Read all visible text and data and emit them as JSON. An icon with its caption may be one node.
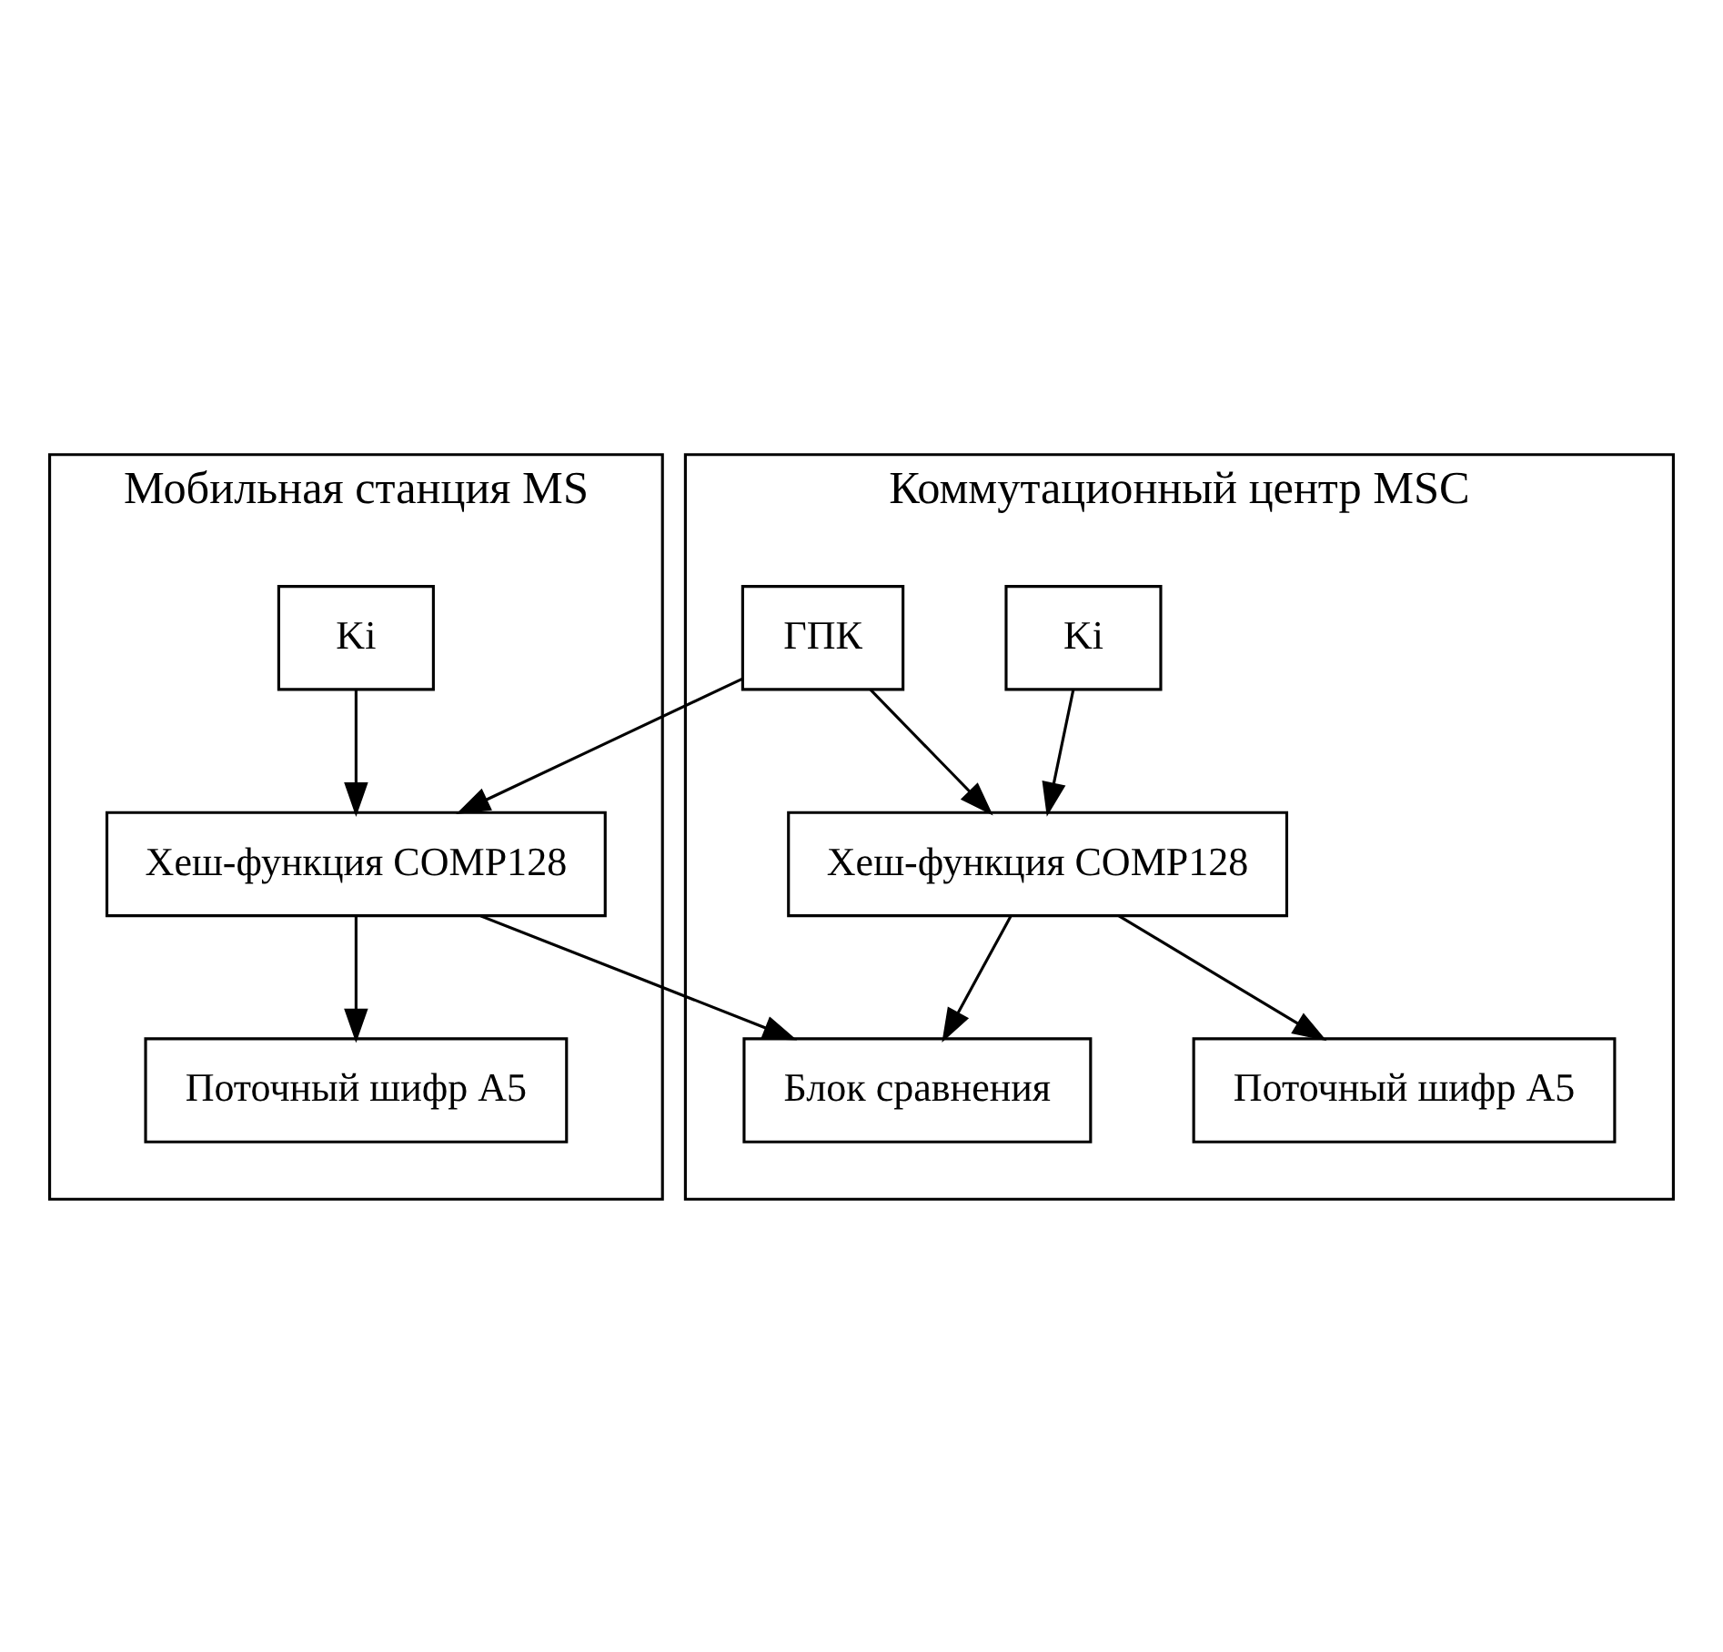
{
  "diagram": {
    "nodes": [
      {
        "text": [
          "Мобильная станция MS"
        ]
      },
      {
        "text": [
          "Ki"
        ],
        "in": 0
      },
      {
        "text": [
          "Хеш-функция COMP128"
        ],
        "in": 0
      },
      {
        "text": [
          "Поточный шифр A5"
        ],
        "in": 0
      },
      {
        "text": [
          "Коммутационный центр MSC"
        ]
      },
      {
        "text": [
          "ГПК"
        ],
        "in": 4
      },
      {
        "text": [
          "Ki"
        ],
        "in": 4
      },
      {
        "text": [
          "Хеш-функция COMP128"
        ],
        "in": 4
      },
      {
        "text": [
          "Блок сравнения"
        ],
        "in": 4
      },
      {
        "text": [
          "Поточный шифр A5"
        ],
        "in": 4
      }
    ],
    "edges": [
      {
        "from": 1,
        "to": 2,
        "arrow": "to"
      },
      {
        "from": 5,
        "to": 2,
        "arrow": "to"
      },
      {
        "from": 2,
        "to": 3,
        "arrow": "to"
      },
      {
        "from": 2,
        "to": 8,
        "arrow": "to"
      },
      {
        "from": 5,
        "to": 7,
        "arrow": "to"
      },
      {
        "from": 6,
        "to": 7,
        "arrow": "to"
      },
      {
        "from": 7,
        "to": 8,
        "arrow": "to"
      },
      {
        "from": 7,
        "to": 9,
        "arrow": "to"
      }
    ]
  }
}
